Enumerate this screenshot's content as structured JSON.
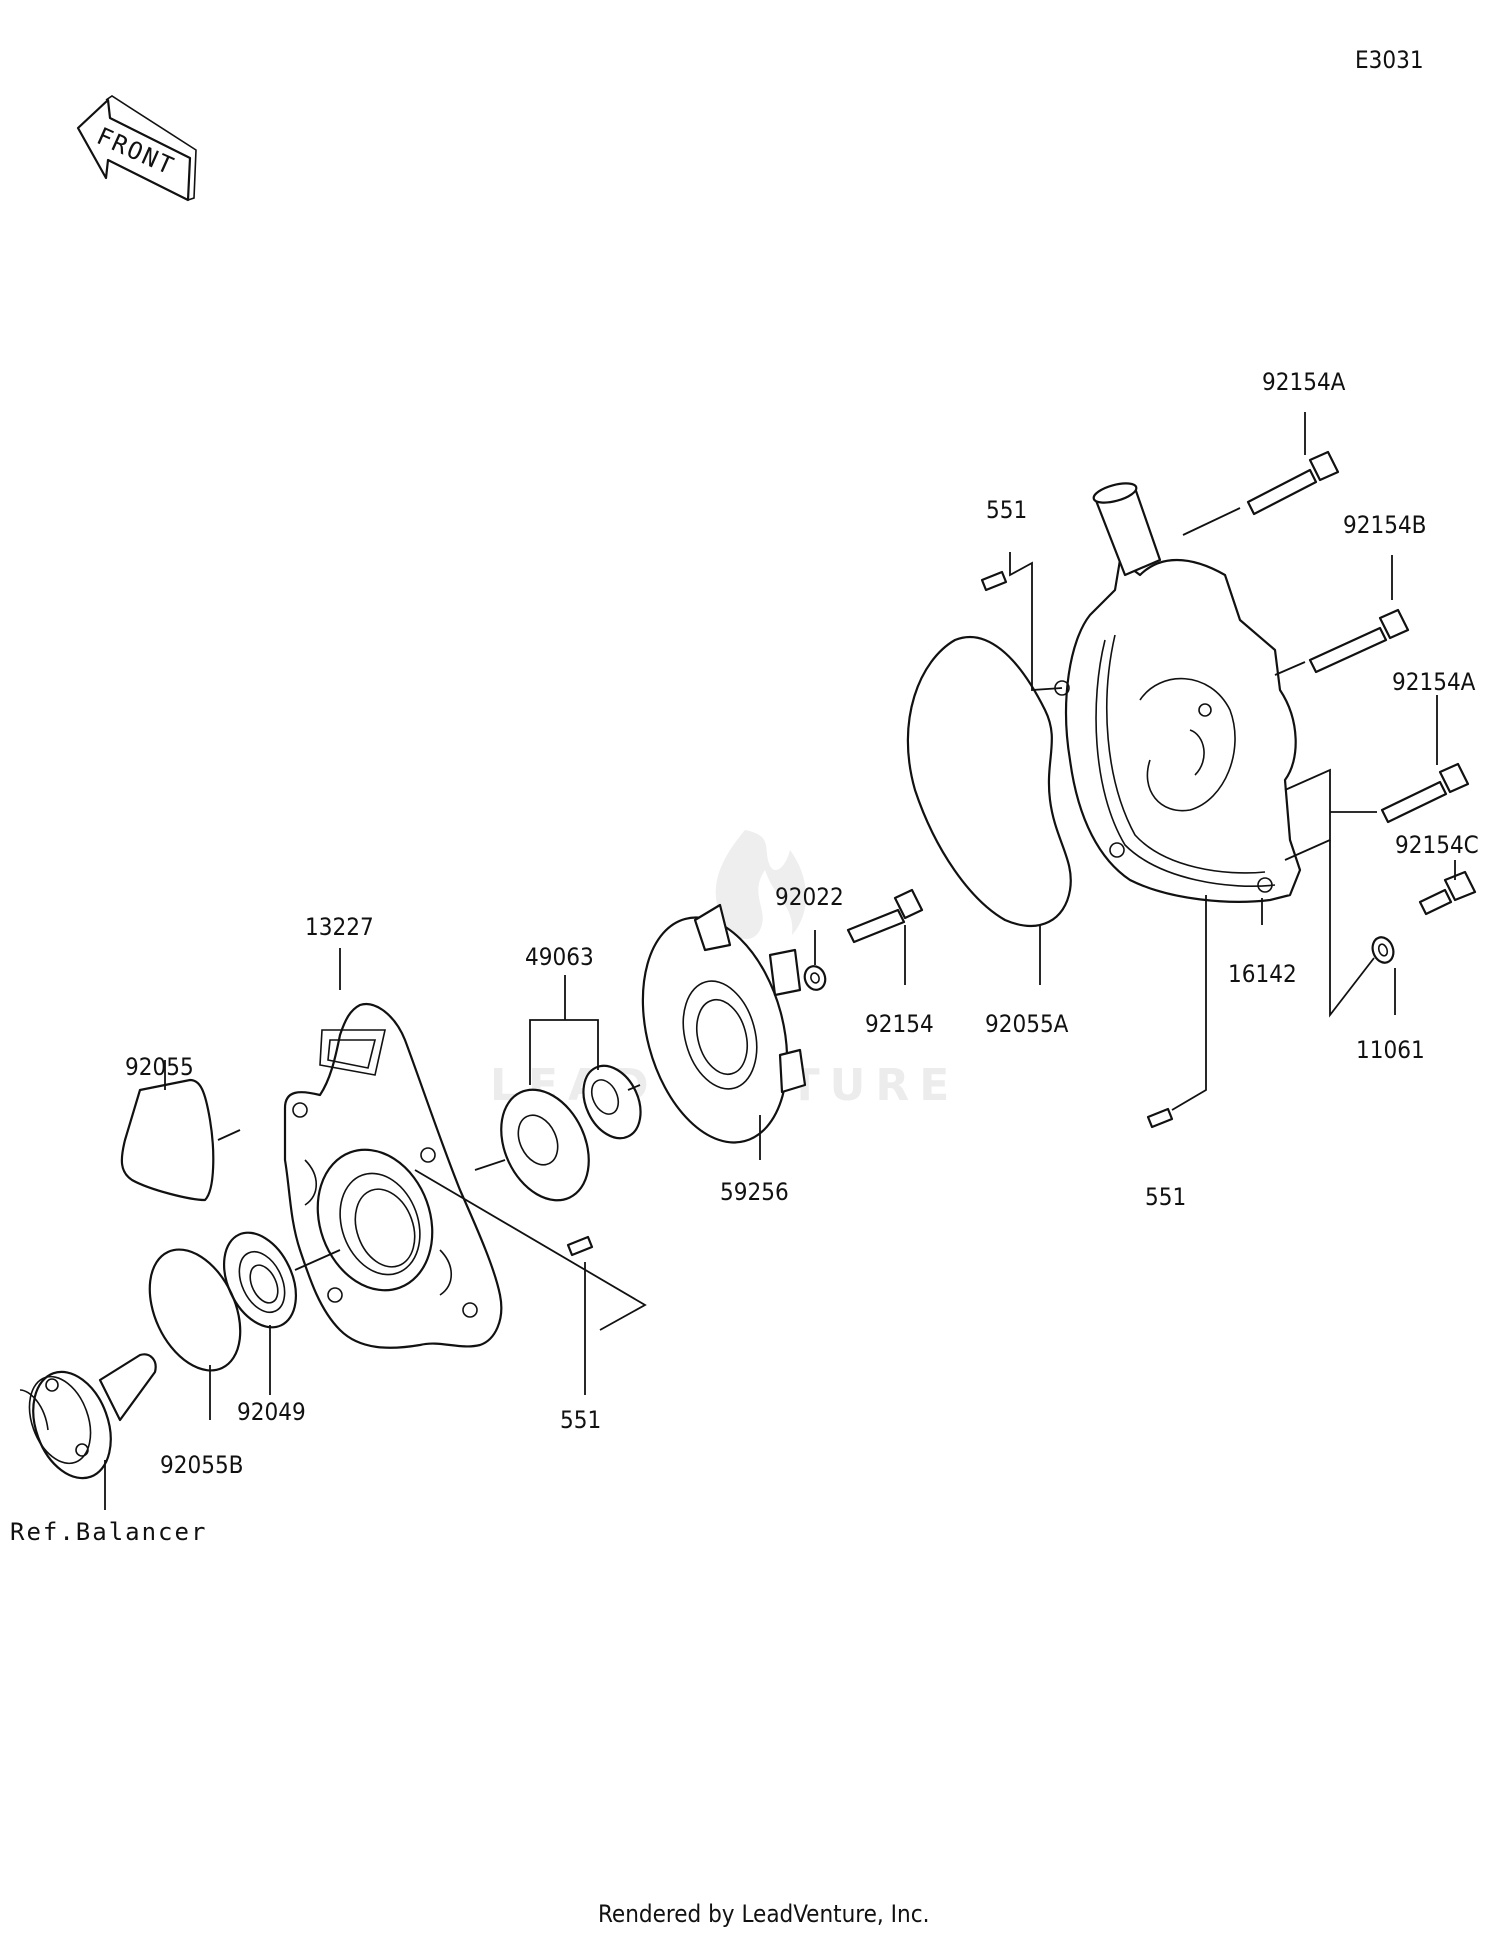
{
  "diagram_code": "E3031",
  "front_arrow_label": "FRONT",
  "reference_label": "Ref.Balancer",
  "footer": "Rendered by LeadVenture, Inc.",
  "watermark": "LEADVENTURE",
  "parts": {
    "p92154A_top": "92154A",
    "p92154B": "92154B",
    "p92154A_mid": "92154A",
    "p92154C": "92154C",
    "p551_top": "551",
    "p551_right": "551",
    "p551_left": "551",
    "p92022": "92022",
    "p92154": "92154",
    "p92055A": "92055A",
    "p16142": "16142",
    "p11061": "11061",
    "p13227": "13227",
    "p49063": "49063",
    "p92055": "92055",
    "p59256": "59256",
    "p92049": "92049",
    "p92055B": "92055B"
  }
}
